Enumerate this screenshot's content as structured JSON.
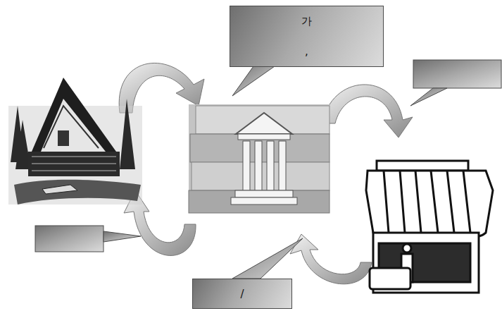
{
  "diagram": {
    "nodes": [
      {
        "text": [
          "가",
          ","
        ]
      },
      {
        "text": [
          "/"
        ]
      }
    ]
  }
}
